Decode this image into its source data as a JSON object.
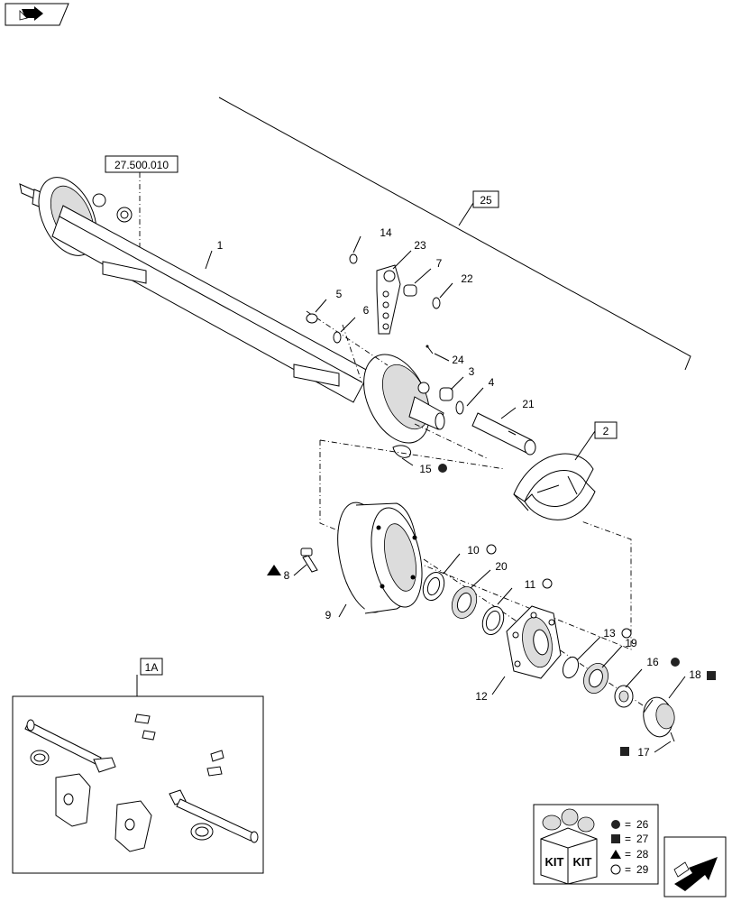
{
  "references": {
    "group_ref": "27.500.010",
    "kit_ref_25": "25",
    "kit_ref_2": "2",
    "kit_ref_1a": "1A"
  },
  "callouts": {
    "c1": "1",
    "c3": "3",
    "c4": "4",
    "c5": "5",
    "c6": "6",
    "c7": "7",
    "c8": "8",
    "c9": "9",
    "c10": "10",
    "c11": "11",
    "c12": "12",
    "c13": "13",
    "c14": "14",
    "c15": "15",
    "c16": "16",
    "c17": "17",
    "c18": "18",
    "c19": "19",
    "c20": "20",
    "c21": "21",
    "c22": "22",
    "c23": "23",
    "c24": "24"
  },
  "legend": {
    "kit_label_left": "KIT",
    "kit_label_right": "KIT",
    "rows": [
      {
        "symbol": "dark-circle",
        "eq": "=",
        "value": "26"
      },
      {
        "symbol": "dark-square",
        "eq": "=",
        "value": "27"
      },
      {
        "symbol": "triangle",
        "eq": "=",
        "value": "28"
      },
      {
        "symbol": "open-circle",
        "eq": "=",
        "value": "29"
      }
    ]
  },
  "icons": {
    "top_left": "previous-page-arrow-icon",
    "bottom_right": "next-page-arrow-icon"
  }
}
